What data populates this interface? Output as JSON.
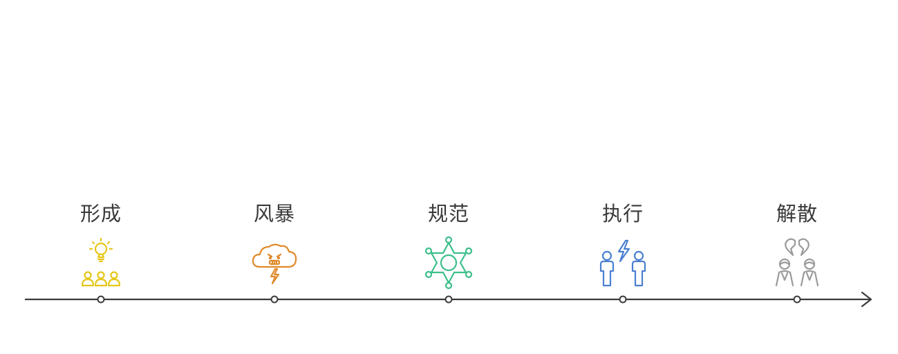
{
  "timeline": {
    "stages": [
      {
        "label": "形成",
        "icon": "lightbulb-team-icon",
        "color": "#e6c619"
      },
      {
        "label": "风暴",
        "icon": "angry-storm-cloud-icon",
        "color": "#e08a2c"
      },
      {
        "label": "规范",
        "icon": "network-star-icon",
        "color": "#3bbf8a"
      },
      {
        "label": "执行",
        "icon": "people-lightning-icon",
        "color": "#4a7fd0"
      },
      {
        "label": "解散",
        "icon": "broken-heart-people-icon",
        "color": "#9a9a9a"
      }
    ],
    "axis_color": "#3a3a3a"
  }
}
